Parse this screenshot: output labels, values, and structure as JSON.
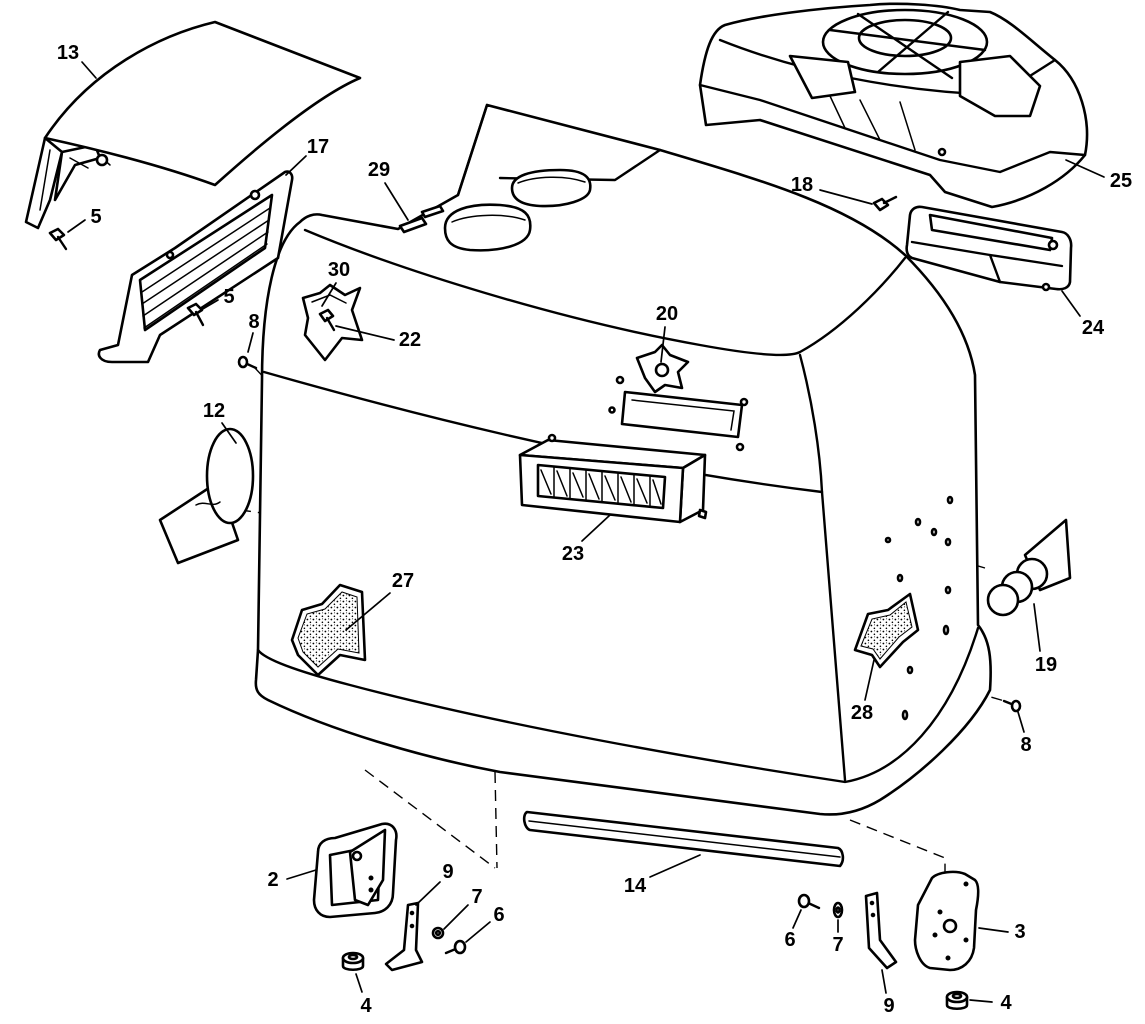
{
  "colors": {
    "line": "#000000",
    "paper": "#ffffff"
  },
  "callouts": [
    "13",
    "17",
    "5",
    "5",
    "8",
    "30",
    "22",
    "29",
    "20",
    "18",
    "25",
    "24",
    "12",
    "23",
    "27",
    "28",
    "19",
    "8",
    "14",
    "2",
    "9",
    "7",
    "6",
    "4",
    "6",
    "7",
    "9",
    "3",
    "4"
  ]
}
